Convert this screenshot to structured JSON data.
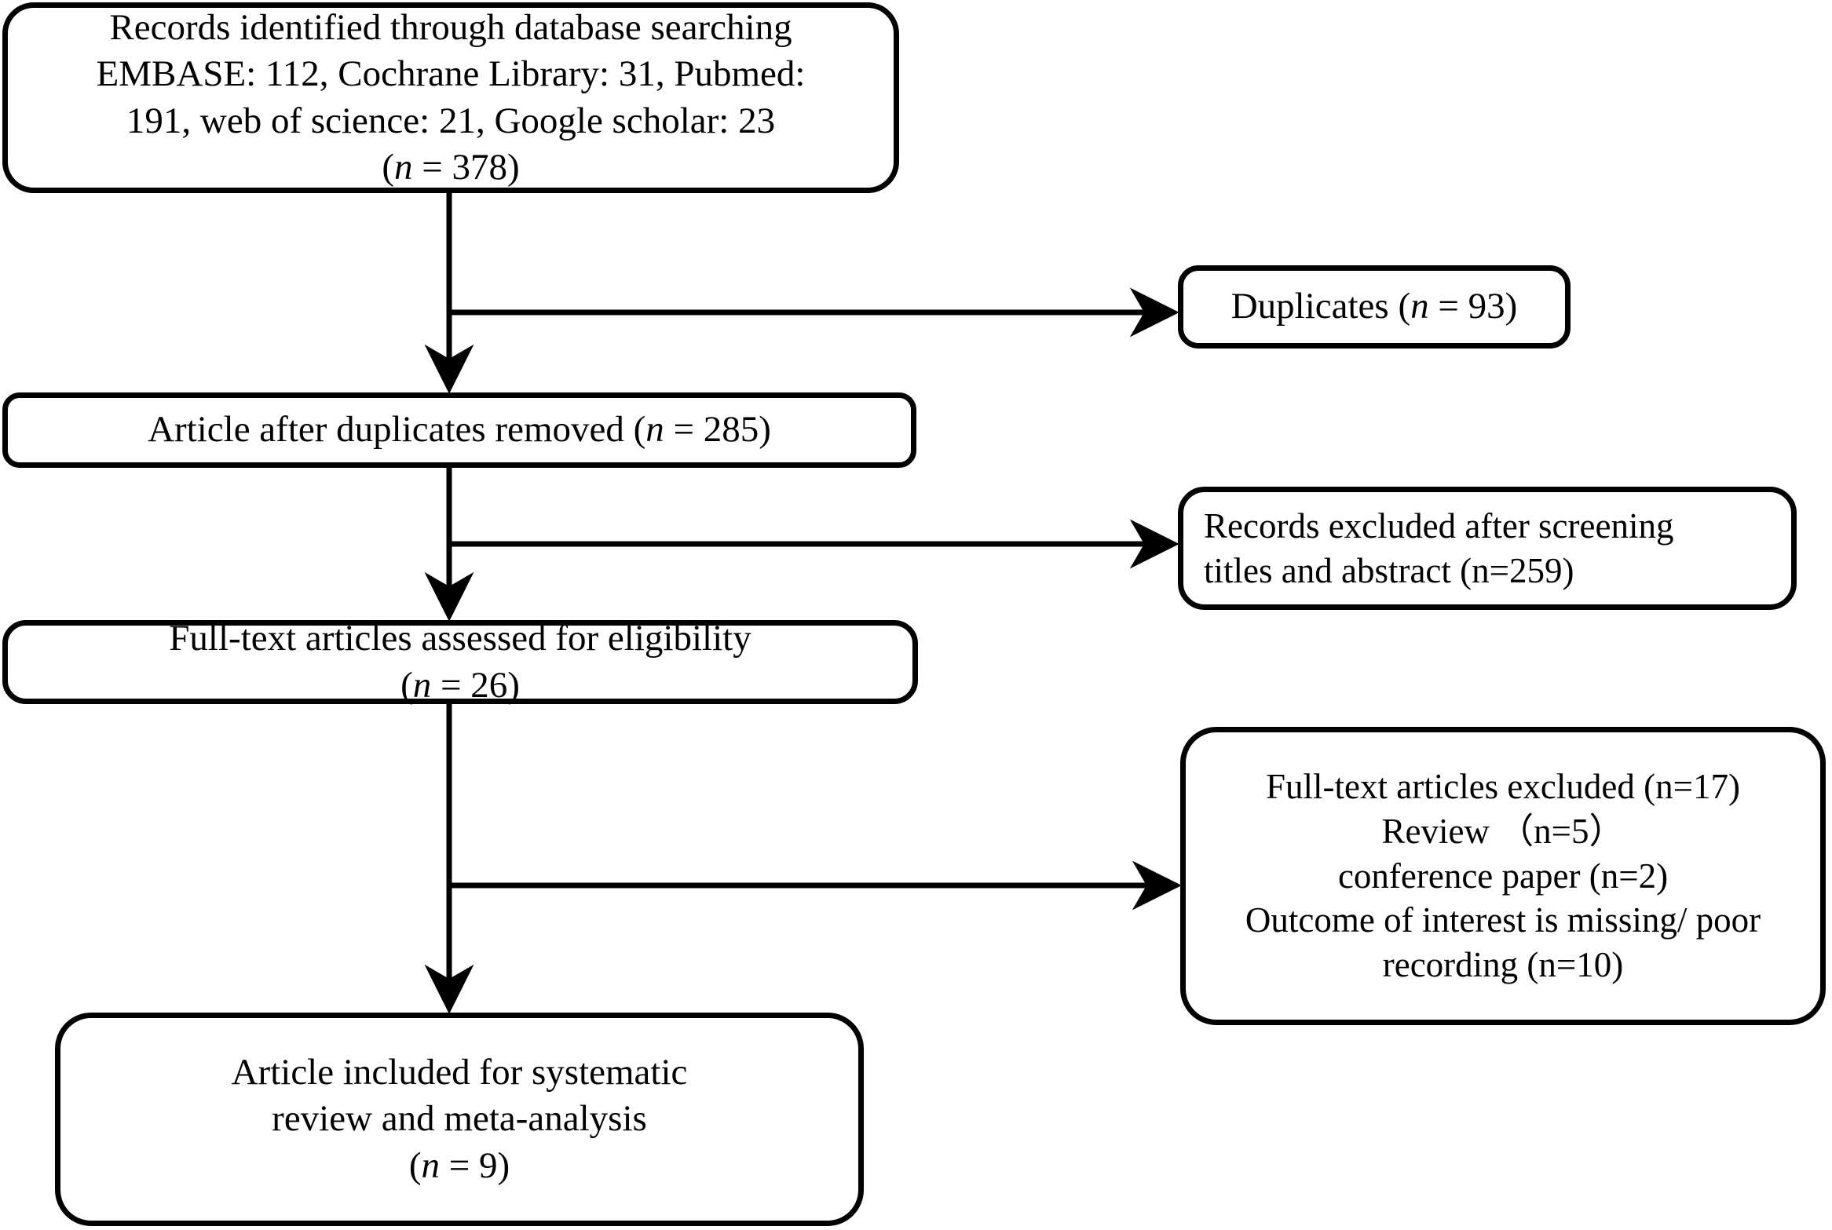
{
  "diagram": {
    "title": "PRISMA study selection flow diagram",
    "line_color": "#000000",
    "box_border_color": "#000000",
    "box_fill_color": "#ffffff",
    "background_color": "#ffffff"
  },
  "nodes": {
    "identified": {
      "name": "records-identified",
      "lines": [
        "Records identified through database searching",
        "EMBASE: 112, Cochrane Library: 31, Pubmed:",
        "191, web of science: 21, Google scholar: 23",
        "(n = 378)"
      ],
      "count": 378,
      "sources": [
        {
          "database": "EMBASE",
          "records": 112
        },
        {
          "database": "Cochrane Library",
          "records": 31
        },
        {
          "database": "Pubmed",
          "records": 191
        },
        {
          "database": "web of science",
          "records": 21
        },
        {
          "database": "Google scholar",
          "records": 23
        }
      ]
    },
    "duplicates": {
      "name": "duplicates",
      "lines": [
        "Duplicates (n = 93)"
      ],
      "count": 93
    },
    "deduped": {
      "name": "article-after-duplicates-removed",
      "lines": [
        "Article after duplicates removed (n = 285)"
      ],
      "count": 285
    },
    "screened_out": {
      "name": "records-excluded-after-screening",
      "lines": [
        "Records excluded after screening",
        "titles and abstract (n=259)"
      ],
      "count": 259
    },
    "fulltext": {
      "name": "full-text-articles-assessed",
      "lines": [
        "Full-text articles assessed for eligibility",
        "(n = 26)"
      ],
      "count": 26
    },
    "excluded": {
      "name": "full-text-articles-excluded",
      "lines": [
        "Full-text articles excluded (n=17)",
        "Review （n=5）",
        "conference paper (n=2)",
        "Outcome of interest is missing/ poor",
        "recording (n=10)"
      ],
      "count": 17,
      "reasons": [
        {
          "reason": "Review",
          "count": 5
        },
        {
          "reason": "conference paper",
          "count": 2
        },
        {
          "reason": "Outcome of interest is missing/ poor recording",
          "count": 10
        }
      ]
    },
    "included": {
      "name": "article-included",
      "lines": [
        "Article included for systematic",
        "review and meta-analysis",
        "(n = 9)"
      ],
      "count": 9
    }
  }
}
